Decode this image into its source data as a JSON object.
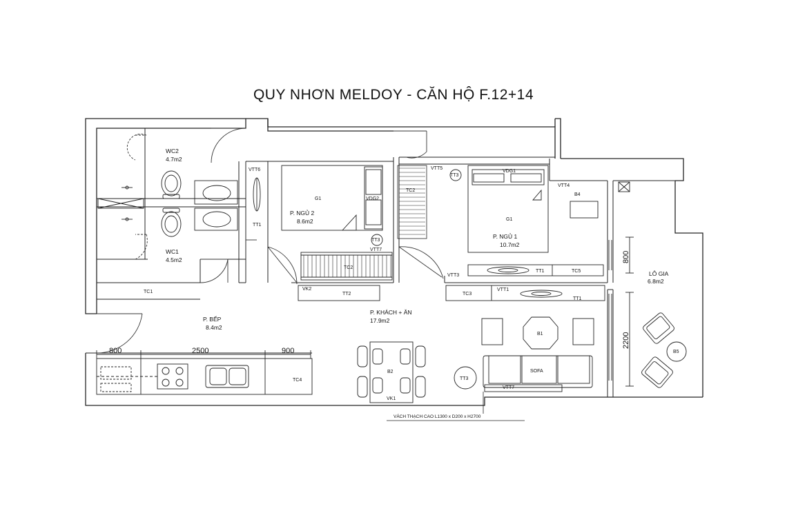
{
  "title": "QUY NHƠN MELDOY - CĂN HỘ F.12+14",
  "rooms": {
    "wc2": {
      "name": "WC2",
      "area": "4.7m2"
    },
    "wc1": {
      "name": "WC1",
      "area": "4.5m2"
    },
    "bedroom2": {
      "name": "P. NGỦ 2",
      "area": "8.6m2"
    },
    "bedroom1": {
      "name": "P. NGỦ 1",
      "area": "10.7m2"
    },
    "kitchen": {
      "name": "P. BẾP",
      "area": "8.4m2"
    },
    "living": {
      "name": "P. KHÁCH + ĂN",
      "area": "17.9m2"
    },
    "loggia": {
      "name": "LÔ GIA",
      "area": "6.8m2"
    }
  },
  "tags": {
    "tc1": "TC1",
    "tc2a": "TC2",
    "tc2b": "TC2",
    "tc3": "TC3",
    "tc4": "TC4",
    "tc5": "TC5",
    "tt1a": "TT1",
    "tt1b": "TT1",
    "tt1c": "TT1",
    "tt2": "TT2",
    "tt3a": "TT3",
    "tt3b": "TT3",
    "tt3c": "TT3",
    "vtt1": "VTT1",
    "vtt3": "VTT3",
    "vtt4": "VTT4",
    "vtt5": "VTT5",
    "vtt6": "VTT6",
    "vtt7": "VTT7",
    "vtt7b": "VTT7",
    "vk1": "VK1",
    "vk2": "VK2",
    "vdg1": "VDG1",
    "vdg2": "VDG2",
    "g1a": "G1",
    "g1b": "G1",
    "b1": "B1",
    "b2": "B2",
    "b4": "B4",
    "b5": "B5",
    "sofa": "SOFA"
  },
  "dimensions": {
    "d800a": "800",
    "d2500": "2500",
    "d900": "900",
    "d800v": "800",
    "d2200v": "2200"
  },
  "note": "VÁCH THẠCH CAO L1300 x D200 x H2700"
}
